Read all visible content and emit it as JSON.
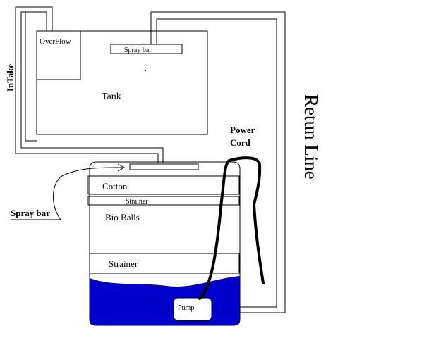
{
  "diagram": {
    "labels": {
      "overflow": "OverFlow",
      "tank_spray_bar": "Spray bar",
      "tank": "Tank",
      "intake": "InTake",
      "power_cord": [
        "Power",
        "Cord"
      ],
      "return_line": "Retun Line",
      "cotton": "Cotton",
      "strainer_top": "Strainer",
      "bio_balls": "Bio Balls",
      "strainer_bottom": "Strainer",
      "pump": "Pump",
      "sump_spray_bar": "Spray bar"
    },
    "colors": {
      "water": "#0000cc",
      "line": "#000000",
      "background": "#ffffff"
    }
  }
}
